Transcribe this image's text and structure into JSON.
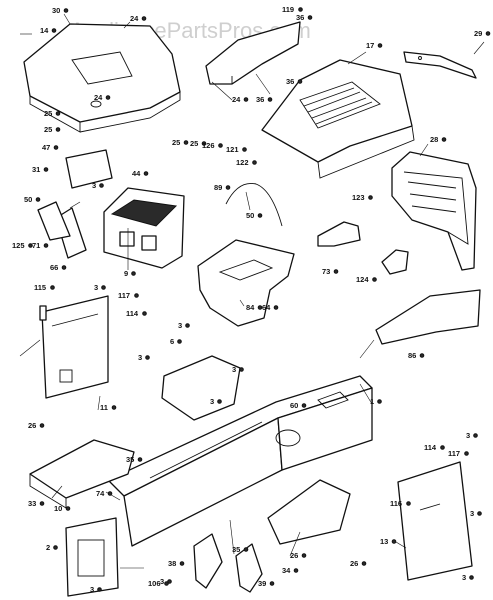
{
  "watermark": "AppliancePartsPros.com",
  "callouts": [
    "1",
    "2",
    "3",
    "6",
    "9",
    "10",
    "11",
    "13",
    "14",
    "17",
    "24",
    "25",
    "26",
    "28",
    "29",
    "30",
    "31",
    "33",
    "34",
    "35",
    "36",
    "38",
    "39",
    "44",
    "47",
    "50",
    "60",
    "64",
    "66",
    "71",
    "73",
    "74",
    "84",
    "86",
    "89",
    "106",
    "114",
    "115",
    "116",
    "117",
    "119",
    "121",
    "122",
    "123",
    "124",
    "125",
    "126"
  ]
}
